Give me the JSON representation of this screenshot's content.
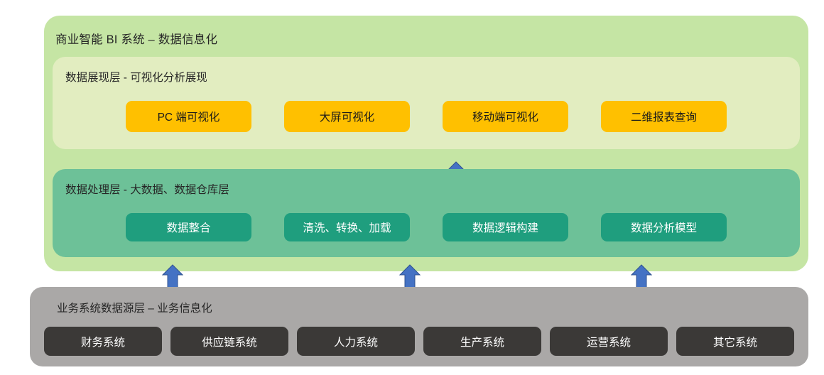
{
  "diagram": {
    "title": "商业智能 BI 系统 – 数据信息化",
    "colors": {
      "outer_container": "#c5e5a4",
      "presentation_panel": "#e2edc0",
      "processing_panel": "#6dc198",
      "source_panel": "#aaa8a7",
      "chip_presentation": "#ffc000",
      "chip_processing": "#1f9e7e",
      "chip_source": "#3b3937",
      "arrow": "#4472c4"
    },
    "layers": [
      {
        "id": "presentation",
        "title": "数据展现层 - 可视化分析展现",
        "chips": [
          {
            "label": "PC 端可视化"
          },
          {
            "label": "大屏可视化"
          },
          {
            "label": "移动端可视化"
          },
          {
            "label": "二维报表查询"
          }
        ]
      },
      {
        "id": "processing",
        "title": "数据处理层 - 大数据、数据仓库层",
        "chips": [
          {
            "label": "数据整合"
          },
          {
            "label": "清洗、转换、加载"
          },
          {
            "label": "数据逻辑构建"
          },
          {
            "label": "数据分析模型"
          }
        ]
      }
    ],
    "source_layer": {
      "title": "业务系统数据源层 – 业务信息化",
      "chips": [
        {
          "label": "财务系统"
        },
        {
          "label": "供应链系统"
        },
        {
          "label": "人力系统"
        },
        {
          "label": "生产系统"
        },
        {
          "label": "运营系统"
        },
        {
          "label": "其它系统"
        }
      ]
    },
    "arrows": [
      {
        "id": "processing-to-presentation",
        "direction": "up"
      },
      {
        "id": "source-to-processing-left",
        "direction": "up"
      },
      {
        "id": "source-to-processing-center",
        "direction": "up"
      },
      {
        "id": "source-to-processing-right",
        "direction": "up"
      }
    ]
  }
}
